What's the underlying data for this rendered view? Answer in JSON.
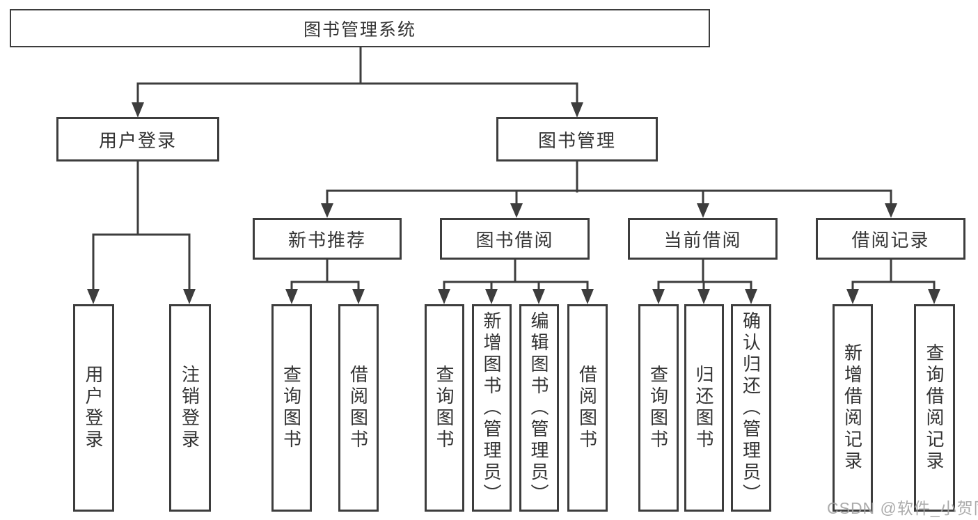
{
  "tree": {
    "root": {
      "label": "图书管理系统"
    },
    "branches": [
      {
        "label": "用户登录",
        "children": [
          {
            "label": "用户登录"
          },
          {
            "label": "注销登录"
          }
        ]
      },
      {
        "label": "图书管理",
        "children": [
          {
            "label": "新书推荐",
            "children": [
              {
                "label": "查询图书"
              },
              {
                "label": "借阅图书"
              }
            ]
          },
          {
            "label": "图书借阅",
            "children": [
              {
                "label": "查询图书"
              },
              {
                "label": "新增图书（管理员）"
              },
              {
                "label": "编辑图书（管理员）"
              },
              {
                "label": "借阅图书"
              }
            ]
          },
          {
            "label": "当前借阅",
            "children": [
              {
                "label": "查询图书"
              },
              {
                "label": "归还图书"
              },
              {
                "label": "确认归还（管理员）"
              }
            ]
          },
          {
            "label": "借阅记录",
            "children": [
              {
                "label": "新增借阅记录"
              },
              {
                "label": "查询借阅记录"
              }
            ]
          }
        ]
      }
    ]
  },
  "watermark": {
    "text": "CSDN @软件_小贺同学"
  },
  "colors": {
    "line": "#3d3d3d",
    "text": "#333333",
    "box_fill": "#ffffff",
    "watermark": "#a3a3a3",
    "background": "#ffffff"
  }
}
